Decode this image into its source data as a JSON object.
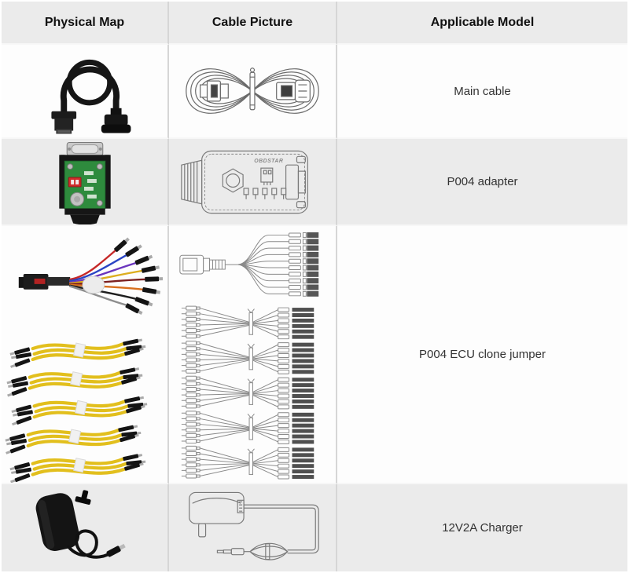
{
  "page": {
    "title": "P004 package contents table"
  },
  "colors": {
    "header_bg": "#ebebeb",
    "row_gray_bg": "#ebebeb",
    "row_white_bg": "#fdfdfd",
    "column_divider": "#d6d6d6",
    "row_divider": "#f7f7f7",
    "header_text": "#111111",
    "cell_text": "#333333",
    "jumper_yellow": "#e2bf1d",
    "pcb_green": "#2e8b3d",
    "dip_switch_red": "#cf2a2a",
    "line_art_stroke": "#7a7a7a"
  },
  "table": {
    "headers": [
      {
        "id": "physical-map",
        "label": "Physical Map"
      },
      {
        "id": "cable-picture",
        "label": "Cable Picture"
      },
      {
        "id": "applicable-model",
        "label": "Applicable Model"
      }
    ],
    "rows": [
      {
        "model": "Main cable",
        "physical_icon": "main-cable-photo",
        "cable_icon": "main-cable-line-drawing"
      },
      {
        "model": "P004 adapter",
        "physical_icon": "p004-adapter-photo",
        "cable_icon": "p004-adapter-line-drawing"
      },
      {
        "model": "P004 ECU clone jumper",
        "physical_icon": "ecu-clone-jumper-photo",
        "cable_icon": "ecu-clone-jumper-line-drawing"
      },
      {
        "model": "12V2A Charger",
        "physical_icon": "charger-photo",
        "cable_icon": "charger-line-drawing"
      }
    ]
  },
  "drawing_labels": {
    "adapter_brand": "OBDSTAR"
  }
}
